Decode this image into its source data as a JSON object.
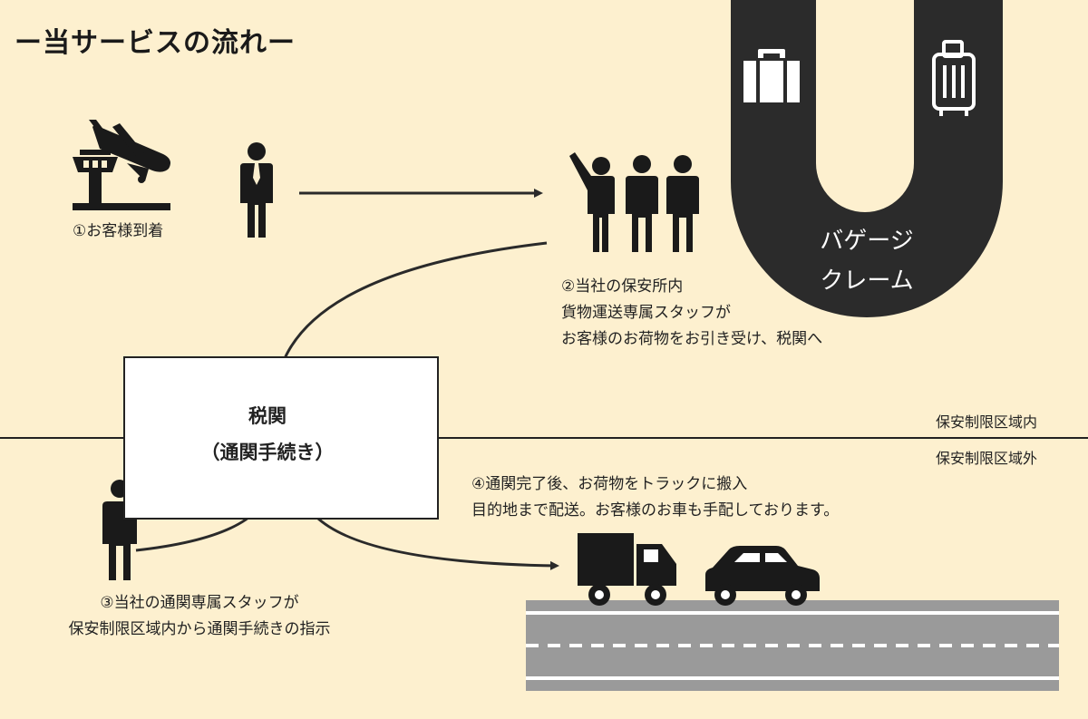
{
  "title": "ー当サービスの流れー",
  "steps": {
    "step1": "①お客様到着",
    "step2": [
      "②当社の保安所内",
      "貨物運送専属スタッフが",
      "お客様のお荷物をお引き受け、税関へ"
    ],
    "step3": [
      "③当社の通関専属スタッフが",
      "保安制限区域内から通関手続きの指示"
    ],
    "step4": [
      "④通関完了後、お荷物をトラックに搬入",
      "目的地まで配送。お客様のお車も手配しております。"
    ]
  },
  "baggage_claim": [
    "バゲージ",
    "クレーム"
  ],
  "customs": {
    "line1": "税関",
    "line2": "（通関手続き）"
  },
  "zones": {
    "inside": "保安制限区域内",
    "outside": "保安制限区域外"
  },
  "icons": [
    "arrival-plane-icon",
    "tower-icon",
    "businessman-icon",
    "staff-group-icon",
    "briefcase-icon",
    "suitcase-icon",
    "customs-officer-icon",
    "staff-icon",
    "truck-icon",
    "car-icon",
    "road-icon"
  ],
  "colors": {
    "background": "#fdf0cf",
    "ink": "#1a1a1a",
    "carousel": "#2b2b2b",
    "road": "#9a9a9a"
  }
}
